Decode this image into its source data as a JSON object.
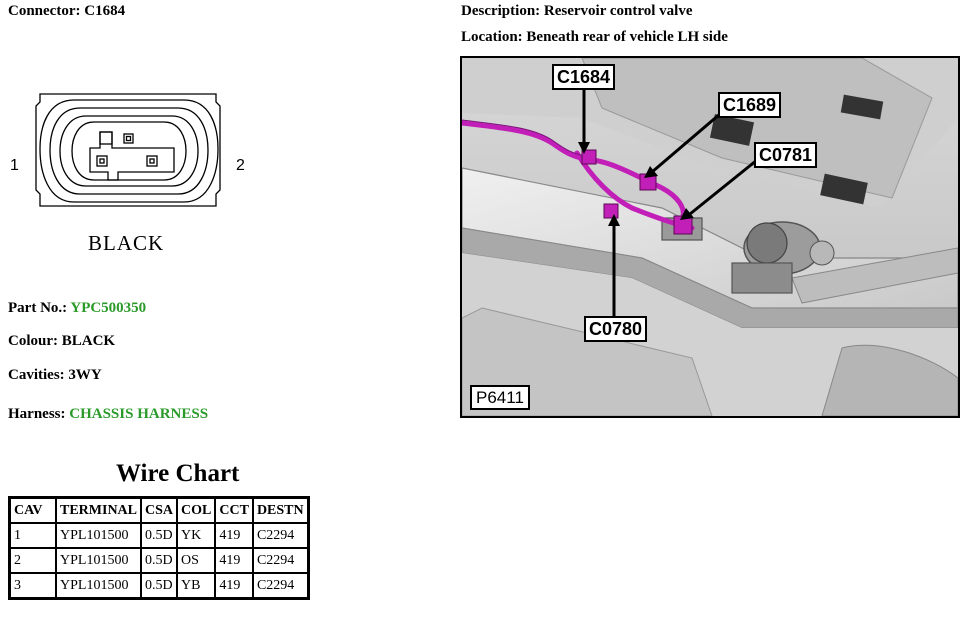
{
  "connector": {
    "label": "Connector:",
    "value": "C1684"
  },
  "description": {
    "label": "Description:",
    "value": "Reservoir control valve"
  },
  "location": {
    "label": "Location:",
    "value": "Beneath rear of vehicle LH side"
  },
  "diagram": {
    "pin_left": "1",
    "pin_right": "2",
    "colour_label": "BLACK"
  },
  "part_no": {
    "label": "Part No.:",
    "value": "YPC500350"
  },
  "colour": {
    "label": "Colour:",
    "value": "BLACK"
  },
  "cavities": {
    "label": "Cavities:",
    "value": "3WY"
  },
  "harness": {
    "label": "Harness:",
    "value": "CHASSIS HARNESS"
  },
  "colors": {
    "highlight_green": "#2a9a2a",
    "harness_magenta": "#c21fb8"
  },
  "wire_chart": {
    "title": "Wire Chart",
    "headers": [
      "CAV",
      "TERMINAL",
      "CSA",
      "COL",
      "CCT",
      "DESTN"
    ],
    "rows": [
      [
        "1",
        "YPL101500",
        "0.5D",
        "YK",
        "419",
        "C2294"
      ],
      [
        "2",
        "YPL101500",
        "0.5D",
        "OS",
        "419",
        "C2294"
      ],
      [
        "3",
        "YPL101500",
        "0.5D",
        "YB",
        "419",
        "C2294"
      ]
    ]
  },
  "photo": {
    "callouts": [
      "C1684",
      "C1689",
      "C0781",
      "C0780"
    ],
    "figure_id": "P6411"
  }
}
